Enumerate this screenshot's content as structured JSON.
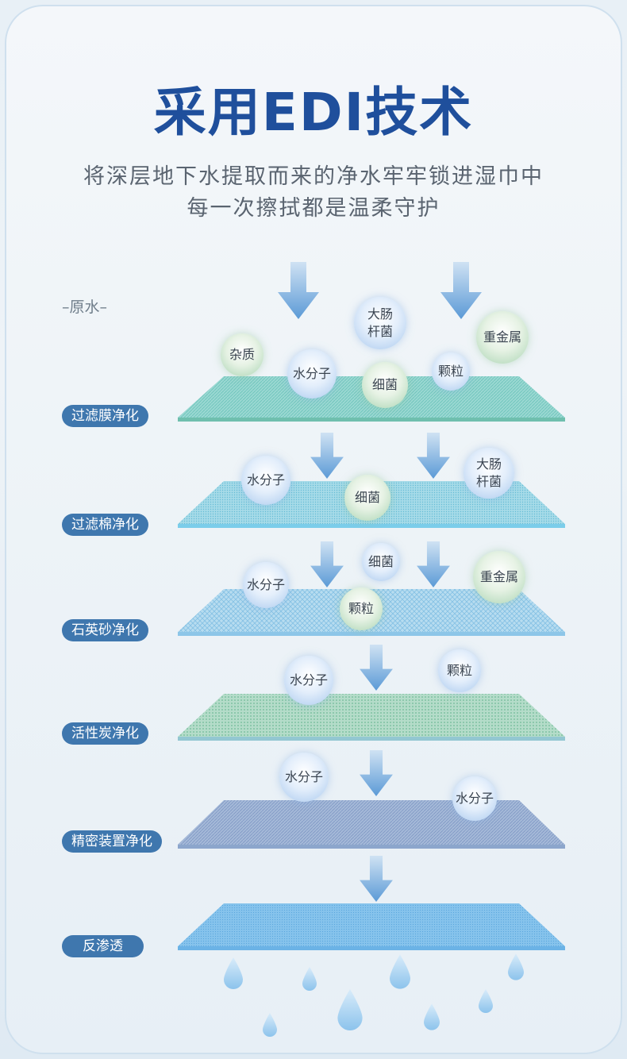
{
  "header": {
    "title": "采用EDI技术",
    "subtitle_line1": "将深层地下水提取而来的净水牢牢锁进湿巾中",
    "subtitle_line2": "每一次擦拭都是温柔守护"
  },
  "raw_water_label": "–原水–",
  "layers": [
    {
      "label": "过滤膜净化",
      "color": "#7ed0c9"
    },
    {
      "label": "过滤棉净化",
      "color": "#74c9e6"
    },
    {
      "label": "石英砂净化",
      "color": "#8ec9ea"
    },
    {
      "label": "活性炭净化",
      "color": "#8fceb3"
    },
    {
      "label": "精密装置净化",
      "color": "#8fa9cf"
    },
    {
      "label": "反渗透",
      "color": "#6fb4e6"
    }
  ],
  "particles": {
    "water_molecule": "水分子",
    "e_coli_line1": "大肠",
    "e_coli_line2": "杆菌",
    "impurity": "杂质",
    "heavy_metal": "重金属",
    "particle": "颗粒",
    "bacteria": "细菌"
  },
  "colors": {
    "accent": "#1f4f9c",
    "label_bg": "#3f77ae",
    "arrow": "#6aa6dc"
  }
}
